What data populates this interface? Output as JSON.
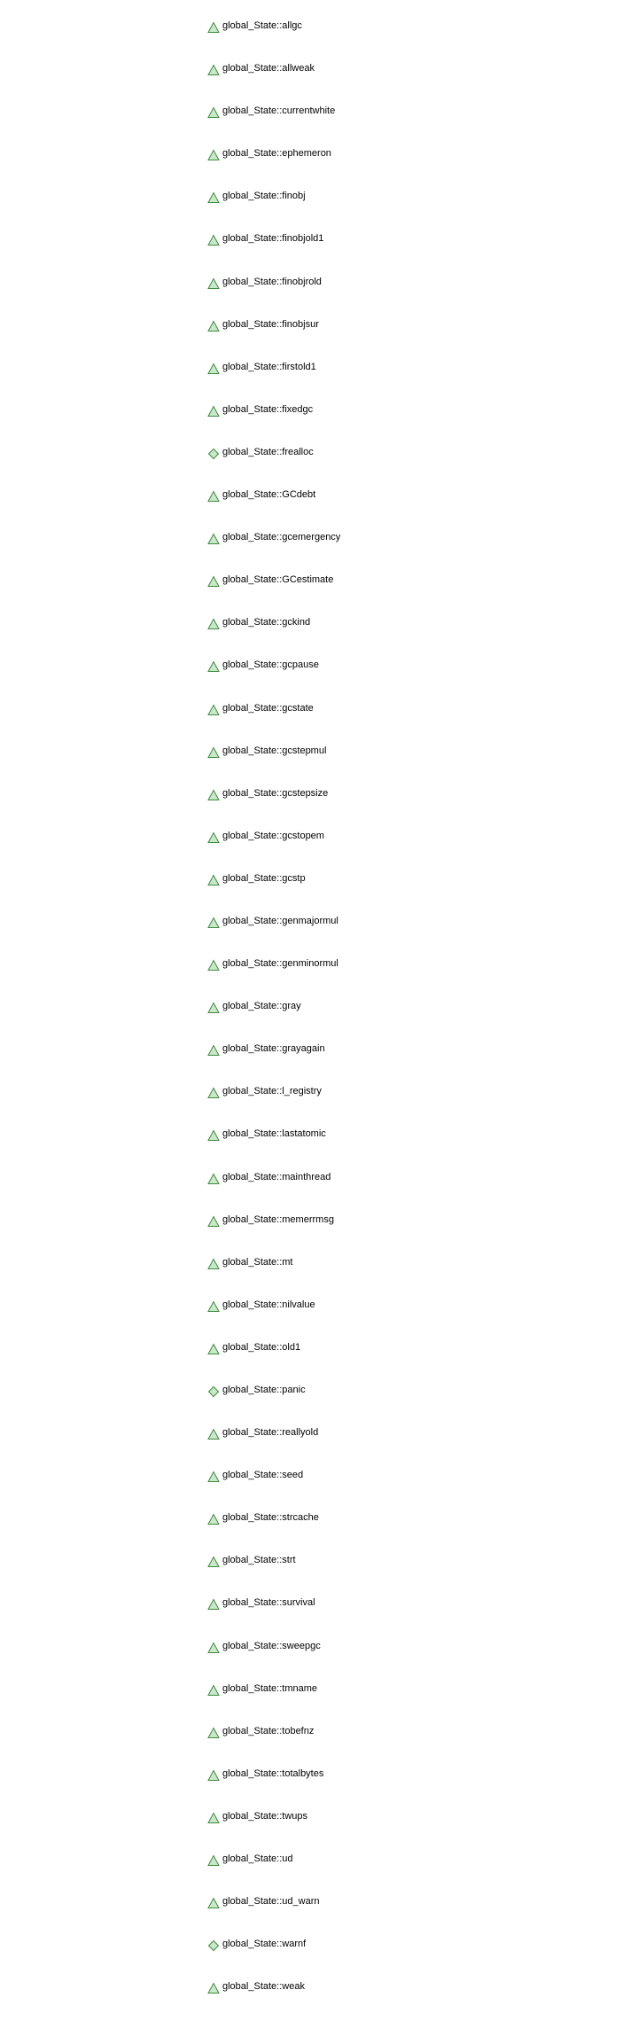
{
  "colors": {
    "icon_fill": "#c9e8c9",
    "icon_stroke": "#3f8a3f",
    "text": "#000000",
    "background": "#ffffff"
  },
  "members": [
    {
      "label": "global_State::allgc",
      "icon": "triangle-icon"
    },
    {
      "label": "global_State::allweak",
      "icon": "triangle-icon"
    },
    {
      "label": "global_State::currentwhite",
      "icon": "triangle-icon"
    },
    {
      "label": "global_State::ephemeron",
      "icon": "triangle-icon"
    },
    {
      "label": "global_State::finobj",
      "icon": "triangle-icon"
    },
    {
      "label": "global_State::finobjold1",
      "icon": "triangle-icon"
    },
    {
      "label": "global_State::finobjrold",
      "icon": "triangle-icon"
    },
    {
      "label": "global_State::finobjsur",
      "icon": "triangle-icon"
    },
    {
      "label": "global_State::firstold1",
      "icon": "triangle-icon"
    },
    {
      "label": "global_State::fixedgc",
      "icon": "triangle-icon"
    },
    {
      "label": "global_State::frealloc",
      "icon": "diamond-icon"
    },
    {
      "label": "global_State::GCdebt",
      "icon": "triangle-icon"
    },
    {
      "label": "global_State::gcemergency",
      "icon": "triangle-icon"
    },
    {
      "label": "global_State::GCestimate",
      "icon": "triangle-icon"
    },
    {
      "label": "global_State::gckind",
      "icon": "triangle-icon"
    },
    {
      "label": "global_State::gcpause",
      "icon": "triangle-icon"
    },
    {
      "label": "global_State::gcstate",
      "icon": "triangle-icon"
    },
    {
      "label": "global_State::gcstepmul",
      "icon": "triangle-icon"
    },
    {
      "label": "global_State::gcstepsize",
      "icon": "triangle-icon"
    },
    {
      "label": "global_State::gcstopem",
      "icon": "triangle-icon"
    },
    {
      "label": "global_State::gcstp",
      "icon": "triangle-icon"
    },
    {
      "label": "global_State::genmajormul",
      "icon": "triangle-icon"
    },
    {
      "label": "global_State::genminormul",
      "icon": "triangle-icon"
    },
    {
      "label": "global_State::gray",
      "icon": "triangle-icon"
    },
    {
      "label": "global_State::grayagain",
      "icon": "triangle-icon"
    },
    {
      "label": "global_State::l_registry",
      "icon": "triangle-icon"
    },
    {
      "label": "global_State::lastatomic",
      "icon": "triangle-icon"
    },
    {
      "label": "global_State::mainthread",
      "icon": "triangle-icon"
    },
    {
      "label": "global_State::memerrmsg",
      "icon": "triangle-icon"
    },
    {
      "label": "global_State::mt",
      "icon": "triangle-icon"
    },
    {
      "label": "global_State::nilvalue",
      "icon": "triangle-icon"
    },
    {
      "label": "global_State::old1",
      "icon": "triangle-icon"
    },
    {
      "label": "global_State::panic",
      "icon": "diamond-icon"
    },
    {
      "label": "global_State::reallyold",
      "icon": "triangle-icon"
    },
    {
      "label": "global_State::seed",
      "icon": "triangle-icon"
    },
    {
      "label": "global_State::strcache",
      "icon": "triangle-icon"
    },
    {
      "label": "global_State::strt",
      "icon": "triangle-icon"
    },
    {
      "label": "global_State::survival",
      "icon": "triangle-icon"
    },
    {
      "label": "global_State::sweepgc",
      "icon": "triangle-icon"
    },
    {
      "label": "global_State::tmname",
      "icon": "triangle-icon"
    },
    {
      "label": "global_State::tobefnz",
      "icon": "triangle-icon"
    },
    {
      "label": "global_State::totalbytes",
      "icon": "triangle-icon"
    },
    {
      "label": "global_State::twups",
      "icon": "triangle-icon"
    },
    {
      "label": "global_State::ud",
      "icon": "triangle-icon"
    },
    {
      "label": "global_State::ud_warn",
      "icon": "triangle-icon"
    },
    {
      "label": "global_State::warnf",
      "icon": "diamond-icon"
    },
    {
      "label": "global_State::weak",
      "icon": "triangle-icon"
    }
  ]
}
